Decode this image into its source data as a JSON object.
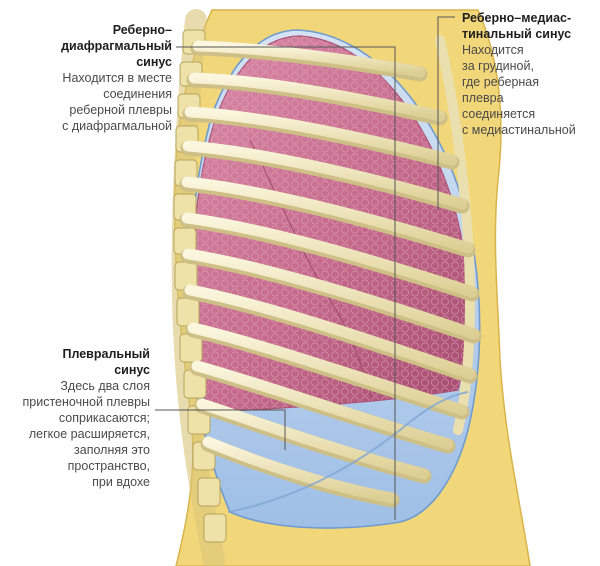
{
  "labels": {
    "costodiaphragmatic": {
      "title": "Реберно–\nдиафрагмальный\nсинус",
      "body": "Находится в месте\nсоединения\nреберной плевры\nс диафрагмальной"
    },
    "costomediastinal": {
      "title": "Реберно–медиас-\nтинальный синус",
      "body": "Находится\nза грудиной,\nгде реберная\nплевра\nсоединяется\nс медиастинальной"
    },
    "pleural": {
      "title": "Плевральный\nсинус",
      "body": "Здесь два слоя\nпристеночной плевры\nсоприкасаются;\nлегкое расширяется,\nзаполняя это\nпространство,\nпри вдохе"
    }
  },
  "colors": {
    "skin": "#f2d67a",
    "skin_edge": "#d8b44a",
    "pleura": "#b9d2ee",
    "pleura_edge": "#6e9bd0",
    "lung": "#c8708e",
    "lung_dark": "#a94f72",
    "rib": "#f5ecc6",
    "rib_shadow": "#cdbf86",
    "spine": "#e9dca2",
    "leader_line": "#555555"
  }
}
